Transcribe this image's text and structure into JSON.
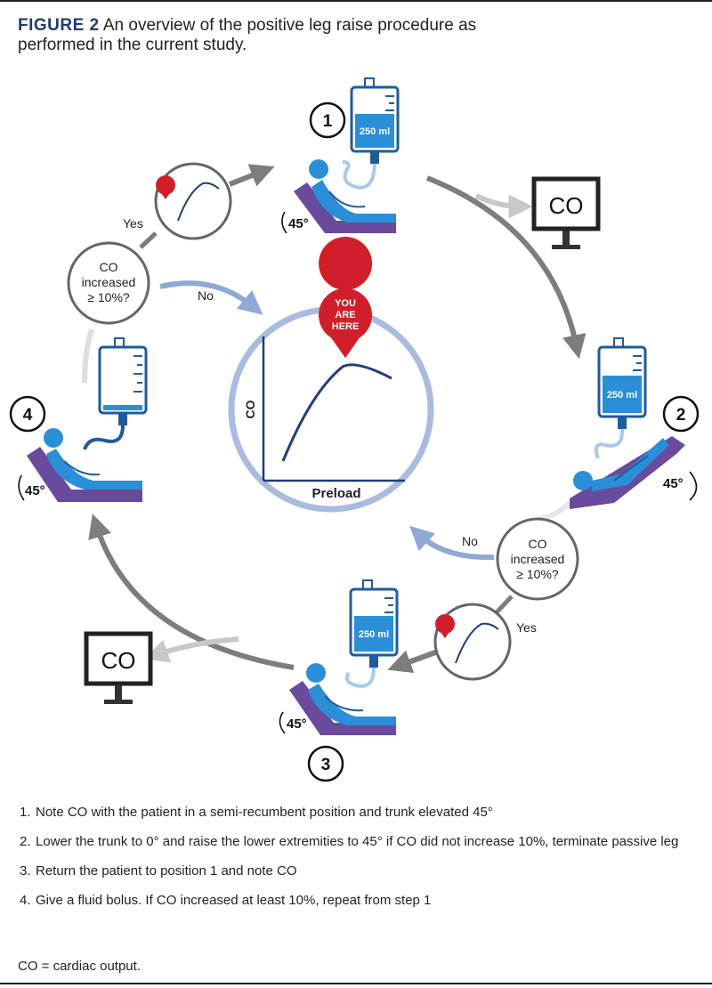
{
  "figure": {
    "label": "FIGURE 2",
    "caption": "An overview of the positive leg raise procedure as performed in the current study."
  },
  "diagram": {
    "step_numbers": [
      "1",
      "2",
      "3",
      "4"
    ],
    "bag_volume": "250 ml",
    "angle": "45°",
    "monitor_text": "CO",
    "decision_text": [
      "CO",
      "increased",
      "≥ 10%?"
    ],
    "yes_label": "Yes",
    "no_label": "No",
    "pin_lines": [
      "YOU",
      "ARE",
      "HERE"
    ],
    "center_chart": {
      "xlabel": "Preload",
      "ylabel": "CO"
    }
  },
  "steps": [
    {
      "num": "1.",
      "text": "Note CO with the patient in a semi-recumbent position and trunk elevated 45°"
    },
    {
      "num": "2.",
      "text": "Lower the trunk to 0° and raise the lower extremities to 45° if CO did not increase 10%, terminate passive leg"
    },
    {
      "num": "3.",
      "text": "Return the patient to position 1 and note CO"
    },
    {
      "num": "4.",
      "text": "Give a fluid bolus. If CO increased at least 10%, repeat from step 1"
    }
  ],
  "footnote": "CO = cardiac output.",
  "colors": {
    "title_blue": "#1f3b70",
    "arrow_gray": "#7d7d7d",
    "light_gray": "#cfcfcf",
    "light_blue": "#8fa9d6",
    "bed_purple": "#6a4a9c",
    "patient_blue": "#2a8fd6",
    "pin_red": "#d01f2a",
    "curve_navy": "#1e3d7a"
  }
}
